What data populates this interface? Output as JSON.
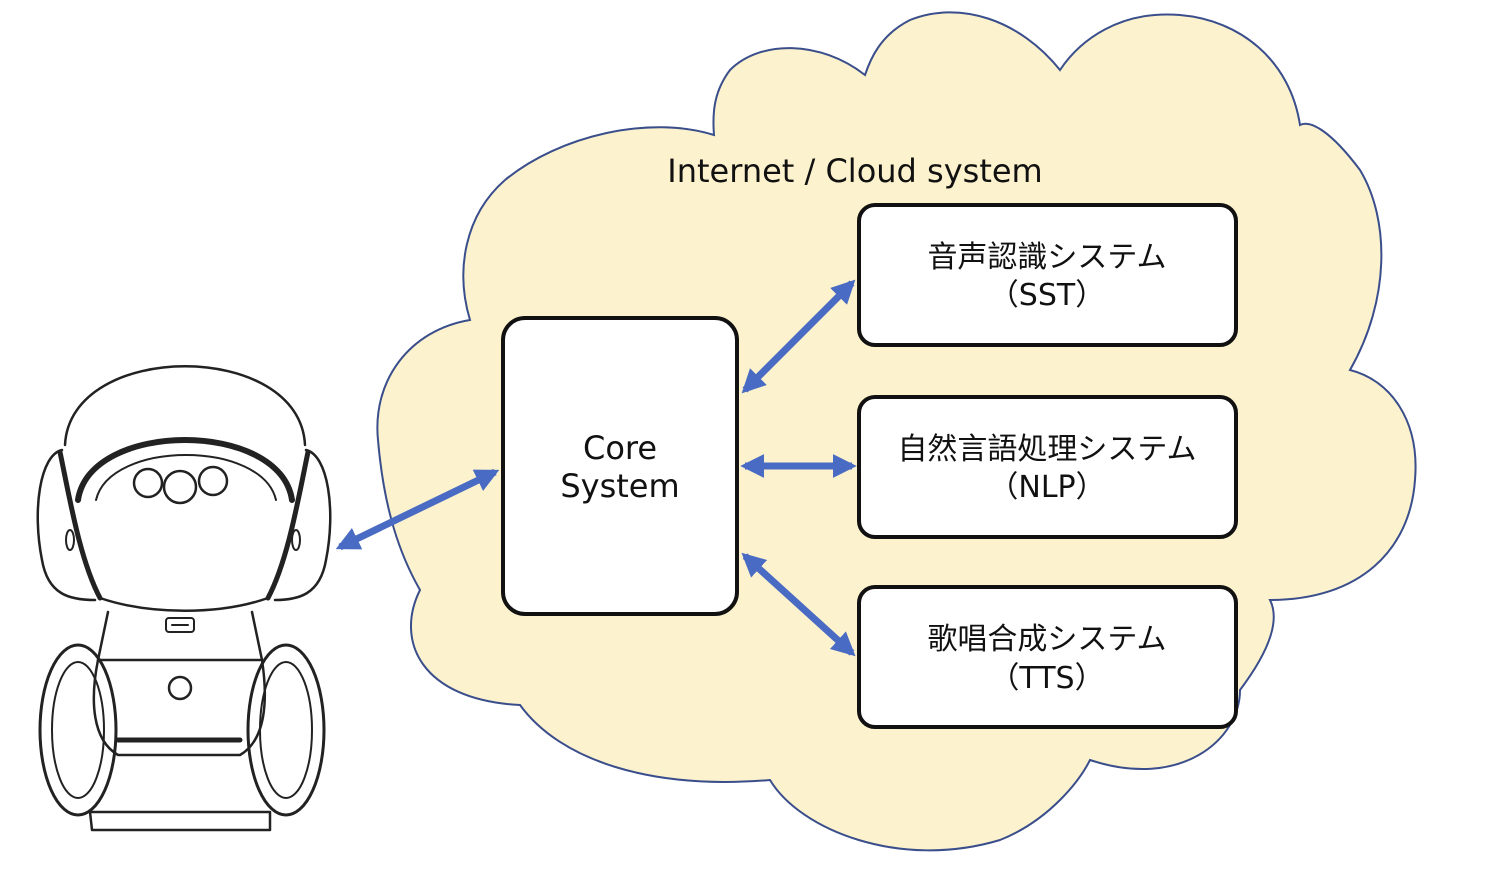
{
  "cloud": {
    "label": "Internet / Cloud system",
    "fill": "#FCF2CD",
    "stroke": "#3A4E8C"
  },
  "core": {
    "line1": "Core",
    "line2": "System"
  },
  "services": [
    {
      "line1": "音声認識システム",
      "line2": "（SST）"
    },
    {
      "line1": "自然言語処理システム",
      "line2": "（NLP）"
    },
    {
      "line1": "歌唱合成システム",
      "line2": "（TTS）"
    }
  ],
  "colors": {
    "arrow": "#4A6BC3",
    "box_border": "#111111",
    "robot_line": "#222222"
  }
}
